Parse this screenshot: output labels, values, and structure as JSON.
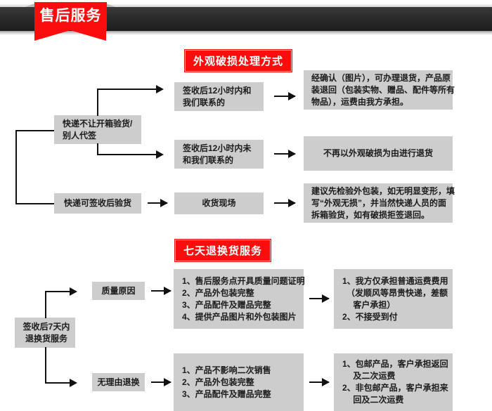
{
  "banner": {
    "title": "售后服务"
  },
  "sections": [
    {
      "title": "外观破损处理方式",
      "left_nodes": [
        {
          "lines": [
            "快递不让开箱验货/",
            "别人代签"
          ]
        },
        {
          "lines": [
            "快递可签收后验货"
          ]
        }
      ],
      "middle_nodes": [
        {
          "lines": [
            "签收后12小时内和",
            "我们联系的"
          ]
        },
        {
          "lines": [
            "签收后12小时内未",
            "和我们联系的"
          ]
        },
        {
          "lines": [
            "收货现场"
          ]
        }
      ],
      "right_nodes": [
        {
          "lines": [
            "经确认（图片），可办理退货，产品原",
            "装退回（包装实物、赠品、配件等所有",
            "物品），运费由我方承担。"
          ]
        },
        {
          "lines": [
            "不再以外观破损为由进行退货"
          ]
        },
        {
          "lines": [
            "建议先检验外包装，如无明显变形，填",
            "写“外观无损”，并当然快递人员的面",
            "拆箱验货，如有破损拒签退回。"
          ]
        }
      ]
    },
    {
      "title": "七天退换货服务",
      "left_nodes": [
        {
          "lines": [
            "签收后7天内",
            "退换货服务"
          ]
        }
      ],
      "middle_nodes": [
        {
          "lines": [
            "质量原因"
          ]
        },
        {
          "lines": [
            "无理由退换"
          ]
        }
      ],
      "detail_nodes": [
        {
          "lines": [
            "1、售后服务点开具质量问题证明",
            "2、产品外包装完整",
            "3、产品配件及赠品完整",
            "4、提供产品图片和外包装图片"
          ]
        },
        {
          "lines": [
            "1、产品不影响二次销售",
            "2、产品外包装完整",
            "3、产品配件及赠品完整"
          ]
        }
      ],
      "right_nodes": [
        {
          "lines": [
            "1、我方仅承担普通运费费用",
            "　（发顺风等昂贵快递，差额",
            "　 客户承担）",
            "2、不接受到付"
          ]
        },
        {
          "lines": [
            "1、包邮产品，客户承担返回",
            "　 及二次运费",
            "2、非包邮产品，客户承担来",
            "　 回及二次运费"
          ]
        }
      ]
    }
  ],
  "colors": {
    "accent": "#fc0d0d",
    "box_bg": "#cdcdcd",
    "line": "#111111",
    "banner_bar": "#2b2b2b"
  }
}
